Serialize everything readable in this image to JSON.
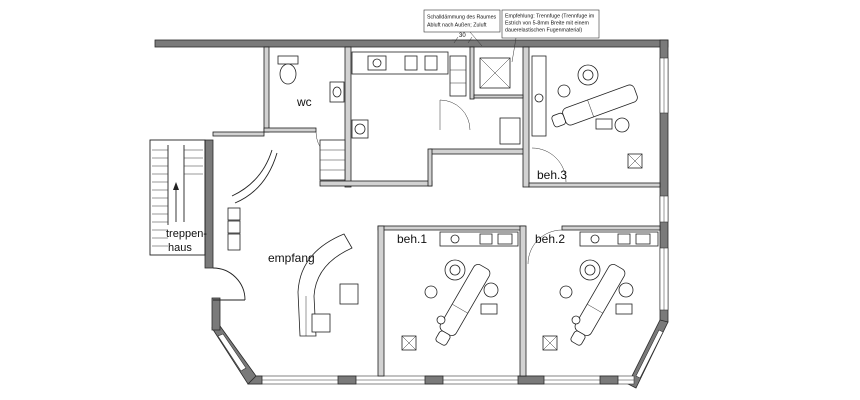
{
  "rooms": {
    "wc": "wc",
    "empfang": "empfang",
    "treppenhaus": [
      "treppen-",
      "haus"
    ],
    "beh1": "beh.1",
    "beh2": "beh.2",
    "beh3": "beh.3"
  },
  "annotations": [
    {
      "lines": [
        "Schalldämmung des Raumes",
        "Abluft nach Außen; Zuluft"
      ]
    },
    {
      "lines": [
        "Empfehlung: Trennfuge (Trennfuge im",
        "Estrich von 5-8mm Breite mit einem",
        "dauerelastischen Fugenmaterial)"
      ]
    }
  ],
  "dimension_label": "30",
  "colors": {
    "outer_wall": "#7a7a7a",
    "inner_wall": "#d2d2d2",
    "line": "#222222",
    "background": "#ffffff"
  }
}
